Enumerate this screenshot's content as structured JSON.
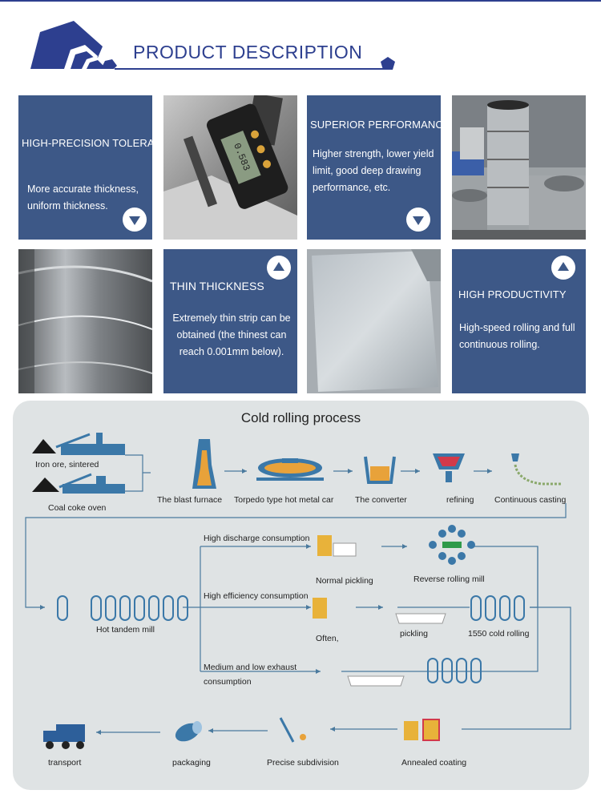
{
  "header": {
    "title": "PRODUCT DESCRIPTION",
    "color": "#2d3f8f"
  },
  "tiles": {
    "t1": {
      "heading": "HIGH-PRECISION TOLERANCE",
      "body": "More accurate thickness, uniform thickness.",
      "arrow": "down"
    },
    "t3": {
      "heading": "SUPERIOR PERFORMANCE",
      "body": "Higher strength, lower yield limit, good deep drawing performance, etc.",
      "arrow": "down"
    },
    "t6": {
      "heading": "THIN THICKNESS",
      "body": "Extremely thin strip can be obtained (the thinest can reach 0.001mm below).",
      "arrow": "up"
    },
    "t8": {
      "heading": "HIGH PRODUCTIVITY",
      "body": "High-speed rolling and full continuous rolling.",
      "arrow": "up"
    },
    "tile_color": "#3d5887",
    "micrometer_reading": "0.583"
  },
  "process": {
    "title": "Cold rolling process",
    "labels": {
      "iron_ore": "Iron ore, sintered",
      "coal_coke": "Coal coke oven",
      "blast_furnace": "The blast furnace",
      "torpedo": "Torpedo type hot metal car",
      "converter": "The converter",
      "refining": "refining",
      "continuous_casting": "Continuous casting",
      "hot_tandem": "Hot tandem mill",
      "high_discharge": "High discharge consumption",
      "normal_pickling": "Normal pickling",
      "reverse_rolling": "Reverse rolling mill",
      "high_efficiency": "High efficiency consumption",
      "often": "Often,",
      "pickling": "pickling",
      "cold_rolling_1550": "1550 cold rolling",
      "medium_low_1": "Medium and low exhaust",
      "medium_low_2": "consumption",
      "annealed": "Annealed coating",
      "precise": "Precise subdivision",
      "packaging": "packaging",
      "transport": "transport"
    }
  }
}
